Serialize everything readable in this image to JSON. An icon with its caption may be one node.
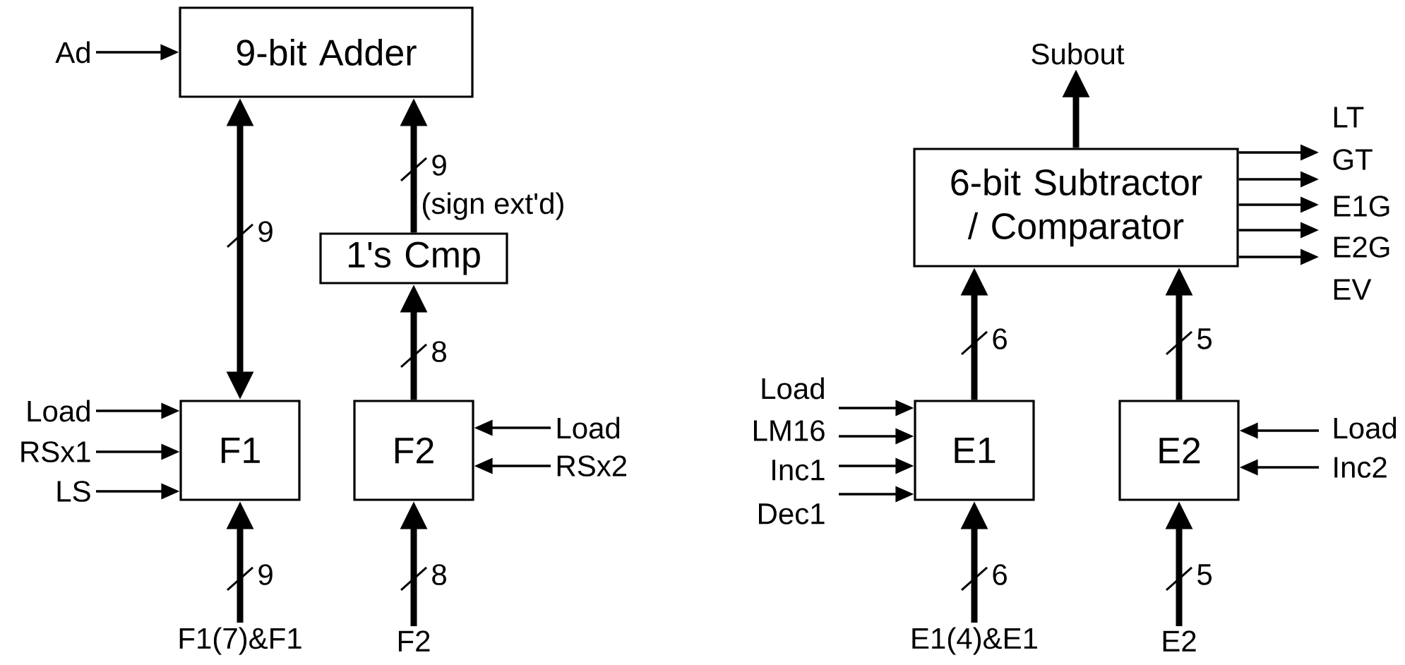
{
  "diagram": {
    "nodes": [
      {
        "text": [
          "9-bit Adder"
        ]
      },
      {
        "text": [
          "1's Cmp"
        ]
      },
      {
        "text": [
          "F1"
        ]
      },
      {
        "text": [
          "F2"
        ]
      },
      {
        "text": [
          "Ad"
        ]
      },
      {
        "text": [
          "Load"
        ]
      },
      {
        "text": [
          "RSx1"
        ]
      },
      {
        "text": [
          "LS"
        ]
      },
      {
        "text": [
          "Load"
        ]
      },
      {
        "text": [
          "RSx2"
        ]
      },
      {
        "text": [
          "F1(7)&F1"
        ]
      },
      {
        "text": [
          "F2"
        ]
      },
      {
        "text": [
          "6-bit Subtractor / Comparator"
        ]
      },
      {
        "text": [
          "E1"
        ]
      },
      {
        "text": [
          "E2"
        ]
      },
      {
        "text": [
          "Subout"
        ]
      },
      {
        "text": [
          "LT"
        ]
      },
      {
        "text": [
          "GT"
        ]
      },
      {
        "text": [
          "E1G"
        ]
      },
      {
        "text": [
          "E2G"
        ]
      },
      {
        "text": [
          "EV"
        ]
      },
      {
        "text": [
          "Load"
        ]
      },
      {
        "text": [
          "LM16"
        ]
      },
      {
        "text": [
          "Inc1"
        ]
      },
      {
        "text": [
          "Dec1"
        ]
      },
      {
        "text": [
          "Load"
        ]
      },
      {
        "text": [
          "Inc2"
        ]
      },
      {
        "text": [
          "E1(4)&E1"
        ]
      },
      {
        "text": [
          "E2"
        ]
      }
    ],
    "edges": [
      {
        "from": 4,
        "to": 0,
        "arrow": "to"
      },
      {
        "from": 2,
        "to": 0,
        "arrow": "both",
        "style": "thick",
        "label": "9"
      },
      {
        "from": 1,
        "to": 0,
        "arrow": "to",
        "style": "thick",
        "label": "9"
      },
      {
        "from": 3,
        "to": 1,
        "arrow": "to",
        "style": "thick",
        "label": "8"
      },
      {
        "from": 5,
        "to": 2,
        "arrow": "to"
      },
      {
        "from": 6,
        "to": 2,
        "arrow": "to"
      },
      {
        "from": 7,
        "to": 2,
        "arrow": "to"
      },
      {
        "from": 8,
        "to": 3,
        "arrow": "to"
      },
      {
        "from": 9,
        "to": 3,
        "arrow": "to"
      },
      {
        "from": 10,
        "to": 2,
        "arrow": "to",
        "style": "thick",
        "label": "9"
      },
      {
        "from": 11,
        "to": 3,
        "arrow": "to",
        "style": "thick",
        "label": "8"
      },
      {
        "from": 12,
        "to": 15,
        "arrow": "to",
        "style": "thick"
      },
      {
        "from": 12,
        "to": 16,
        "arrow": "to"
      },
      {
        "from": 12,
        "to": 17,
        "arrow": "to"
      },
      {
        "from": 12,
        "to": 18,
        "arrow": "to"
      },
      {
        "from": 12,
        "to": 19,
        "arrow": "to"
      },
      {
        "from": 12,
        "to": 20,
        "arrow": "to"
      },
      {
        "from": 21,
        "to": 13,
        "arrow": "to"
      },
      {
        "from": 22,
        "to": 13,
        "arrow": "to"
      },
      {
        "from": 23,
        "to": 13,
        "arrow": "to"
      },
      {
        "from": 24,
        "to": 13,
        "arrow": "to"
      },
      {
        "from": 25,
        "to": 14,
        "arrow": "to"
      },
      {
        "from": 26,
        "to": 14,
        "arrow": "to"
      },
      {
        "from": 13,
        "to": 12,
        "arrow": "to",
        "style": "thick",
        "label": "6"
      },
      {
        "from": 14,
        "to": 12,
        "arrow": "to",
        "style": "thick",
        "label": "5"
      },
      {
        "from": 27,
        "to": 13,
        "arrow": "to",
        "style": "thick",
        "label": "6"
      },
      {
        "from": 28,
        "to": 14,
        "arrow": "to",
        "style": "thick",
        "label": "5"
      }
    ],
    "labels": [
      "(sign ext'd)"
    ]
  }
}
